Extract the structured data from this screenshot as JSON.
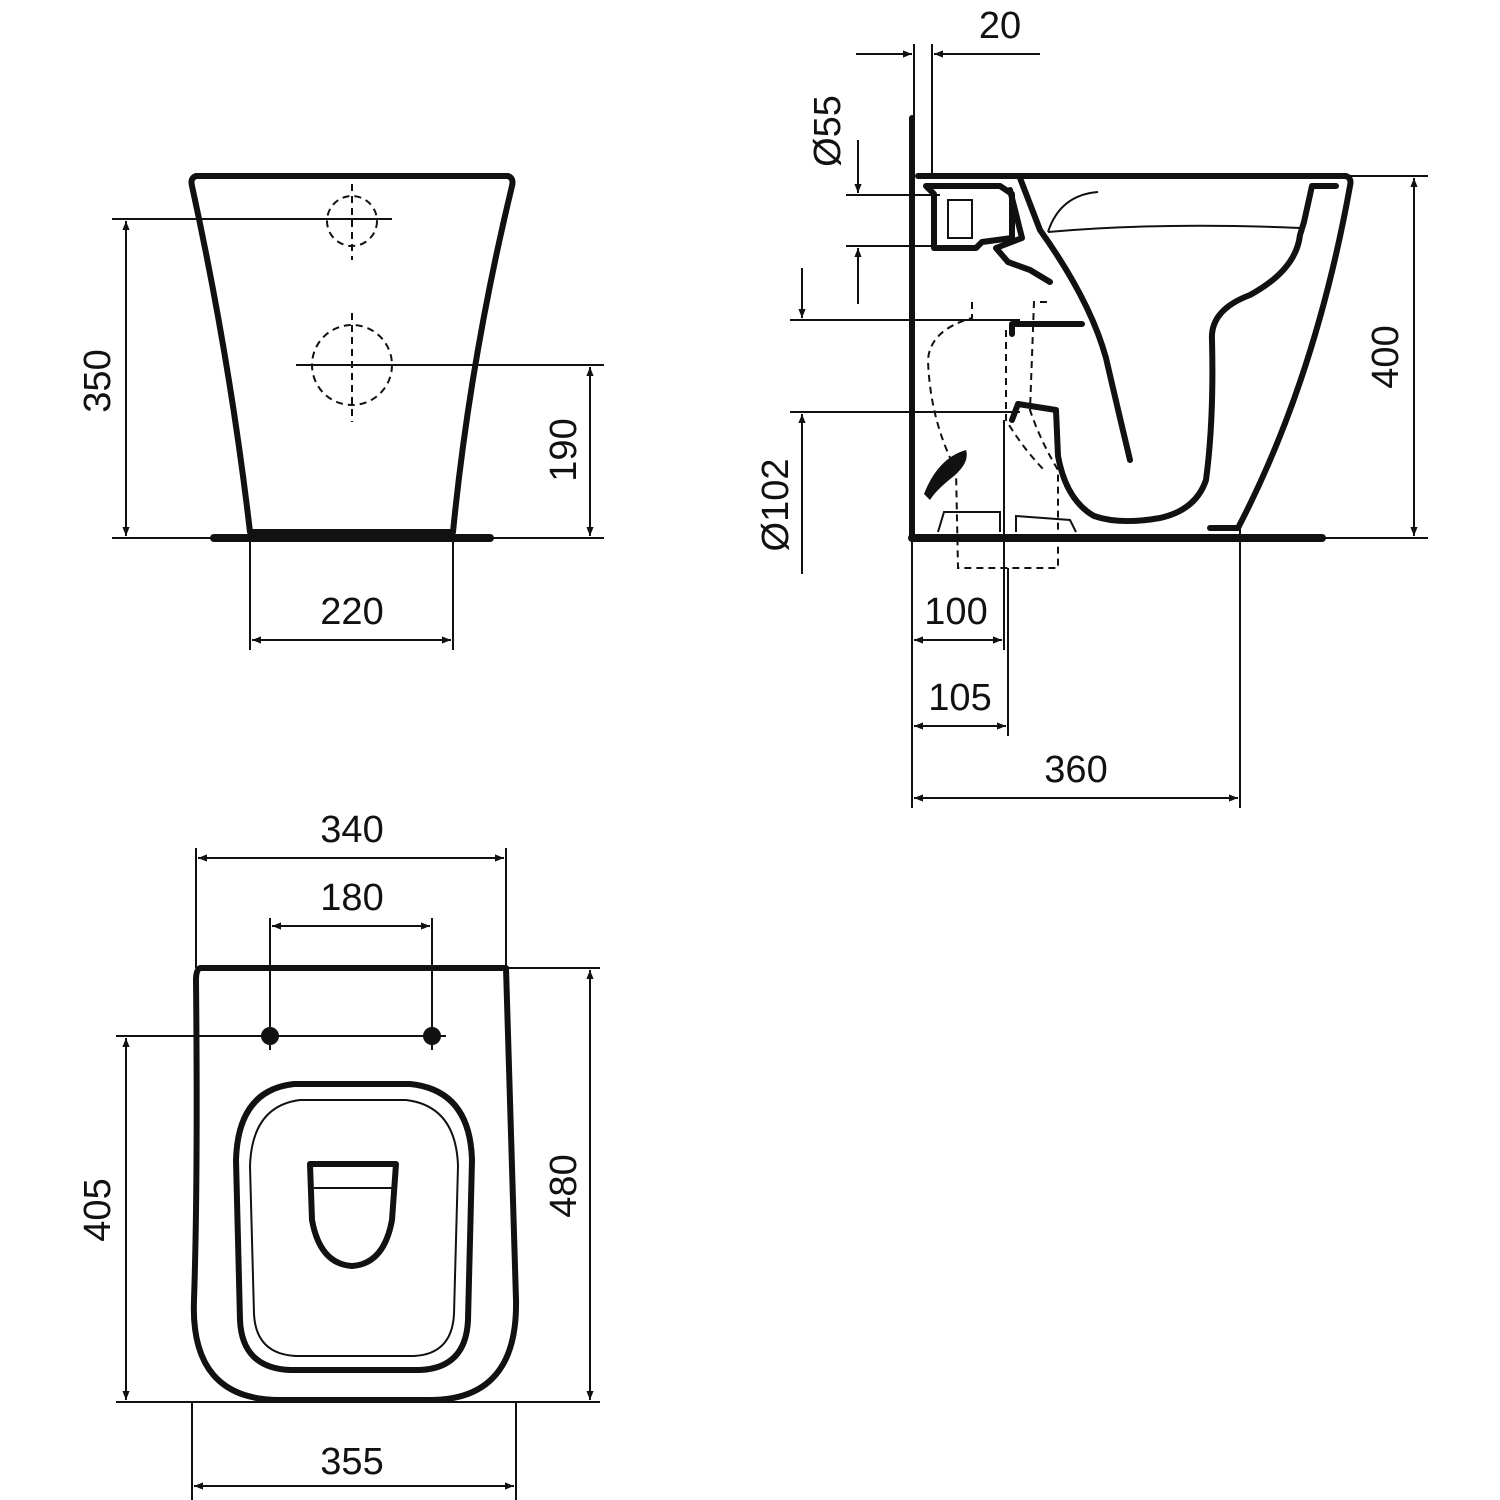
{
  "dimensions": {
    "front_height": "350",
    "front_outlet_height": "190",
    "front_base_width": "220",
    "side_wall_thickness": "20",
    "side_inlet_diameter": "Ø55",
    "side_outlet_diameter": "Ø102",
    "side_height": "400",
    "side_offset_100": "100",
    "side_offset_105": "105",
    "side_depth": "360",
    "top_width": "340",
    "top_hole_spacing": "180",
    "top_hole_to_front": "405",
    "top_length": "480",
    "top_bottom_width": "355"
  }
}
